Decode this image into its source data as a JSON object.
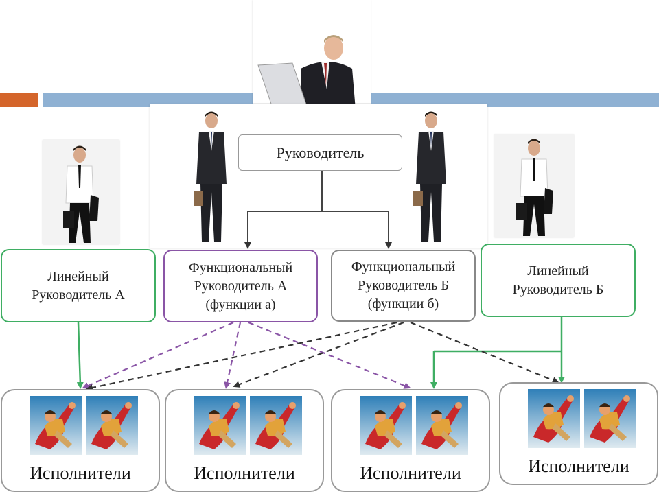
{
  "top_box": {
    "label": "Руководитель"
  },
  "managers": [
    {
      "id": "linear-a",
      "label": "Линейный\nРуководитель А",
      "style": "green"
    },
    {
      "id": "functional-a",
      "label": "Функциональный\nРуководитель А\n(функции а)",
      "style": "purple"
    },
    {
      "id": "functional-b",
      "label": "Функциональный\nРуководитель Б\n(функции  б)",
      "style": "gray"
    },
    {
      "id": "linear-b",
      "label": "Линейный\nРуководитель Б",
      "style": "green"
    }
  ],
  "executors": [
    {
      "label": "Исполнители"
    },
    {
      "label": "Исполнители"
    },
    {
      "label": "Исполнители"
    },
    {
      "label": "Исполнители"
    }
  ],
  "colors": {
    "orange_bar": "#d4652b",
    "blue_bar": "#8fb1d3",
    "line_green": "#3fae63",
    "line_purple": "#8a55a6",
    "line_dark": "#333333"
  }
}
